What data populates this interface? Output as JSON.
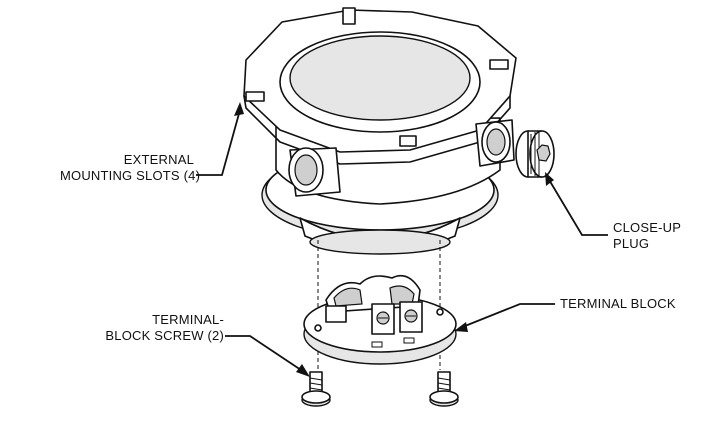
{
  "labels": {
    "external_mounting_slots_line1": "EXTERNAL",
    "external_mounting_slots_line2": "MOUNTING SLOTS (4)",
    "close_up_plug_line1": "CLOSE-UP",
    "close_up_plug_line2": "PLUG",
    "terminal_block": "TERMINAL BLOCK",
    "terminal_block_screw_line1": "TERMINAL-",
    "terminal_block_screw_line2": "BLOCK SCREW (2)"
  },
  "icons": {
    "housing": "housing-icon",
    "plug": "plug-icon",
    "terminal_block": "terminal-block-icon",
    "screw": "screw-icon"
  }
}
